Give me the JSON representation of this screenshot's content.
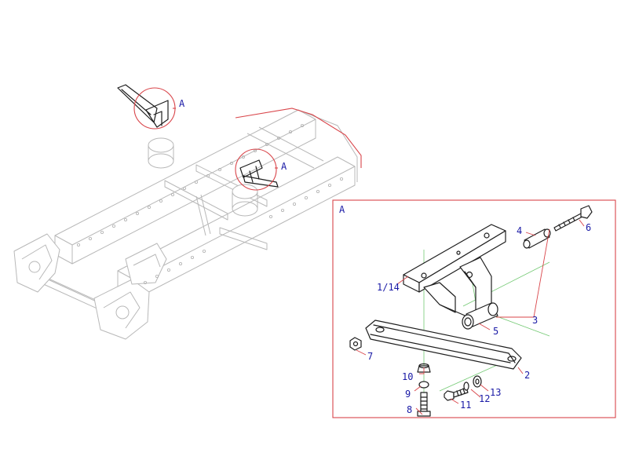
{
  "callouts": {
    "detail_view": "A",
    "marker_left": "A",
    "marker_right": "A"
  },
  "parts": [
    {
      "id": "p1",
      "label": "1/14"
    },
    {
      "id": "p2",
      "label": "2"
    },
    {
      "id": "p3",
      "label": "3"
    },
    {
      "id": "p4",
      "label": "4"
    },
    {
      "id": "p5",
      "label": "5"
    },
    {
      "id": "p6",
      "label": "6"
    },
    {
      "id": "p7",
      "label": "7"
    },
    {
      "id": "p8",
      "label": "8"
    },
    {
      "id": "p9",
      "label": "9"
    },
    {
      "id": "p10",
      "label": "10"
    },
    {
      "id": "p11",
      "label": "11"
    },
    {
      "id": "p12",
      "label": "12"
    },
    {
      "id": "p13",
      "label": "13"
    }
  ],
  "colors": {
    "line": "#1e1e1e",
    "frame_line": "#b8b8b8",
    "callout": "#d9454a",
    "axis": "#73c973",
    "label": "#1a1aa6"
  }
}
